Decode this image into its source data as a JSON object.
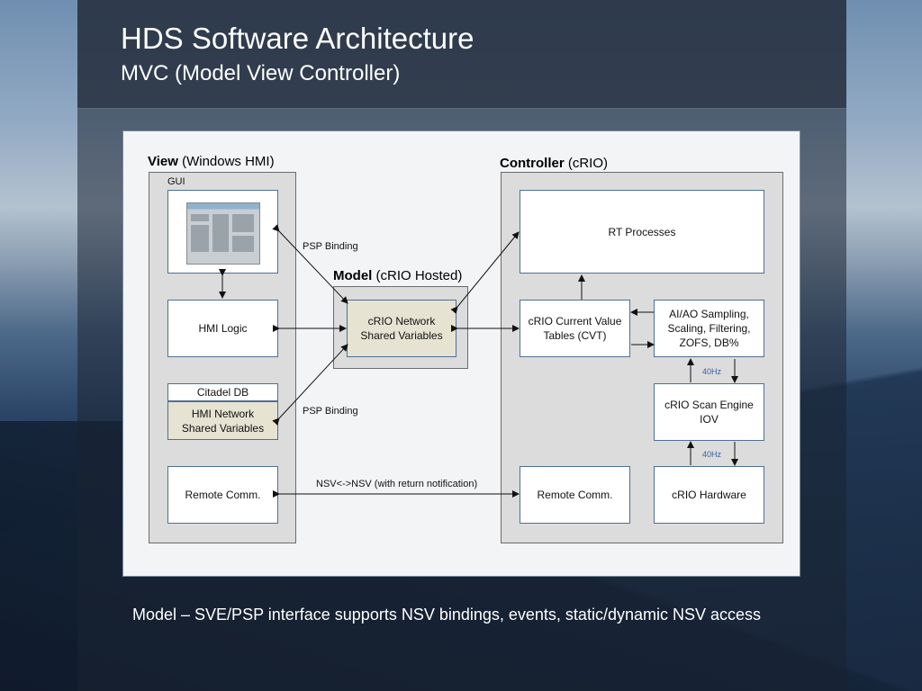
{
  "slide": {
    "title": "HDS Software Architecture",
    "subtitle": "MVC (Model View Controller)",
    "caption": "Model – SVE/PSP interface supports NSV bindings, events, static/dynamic NSV access"
  },
  "diagram": {
    "view": {
      "bold": "View",
      "rest": " (Windows HMI)"
    },
    "controller": {
      "bold": "Controller",
      "rest": " (cRIO)"
    },
    "model": {
      "bold": "Model",
      "rest": " (cRIO  Hosted)"
    },
    "gui_label": "GUI",
    "hmi_logic": "HMI Logic",
    "citadel_db": "Citadel DB",
    "hmi_nsv_line1": "HMI Network",
    "hmi_nsv_line2": "Shared Variables",
    "remote_comm_view": "Remote Comm.",
    "crio_nsv_line1": "cRIO Network",
    "crio_nsv_line2": "Shared Variables",
    "rt_processes": "RT Processes",
    "cvt_line1": "cRIO Current Value",
    "cvt_line2": "Tables (CVT)",
    "aiao_line1": "AI/AO Sampling,",
    "aiao_line2": "Scaling, Filtering,",
    "aiao_line3": "ZOFS, DB%",
    "scan_line1": "cRIO Scan Engine",
    "scan_line2": "IOV",
    "remote_comm_ctrl": "Remote Comm.",
    "crio_hardware": "cRIO Hardware",
    "psp_binding_top": "PSP Binding",
    "psp_binding_bottom": "PSP Binding",
    "nsv_link": "NSV<->NSV (with return notification)",
    "hz_top": "40Hz",
    "hz_bottom": "40Hz"
  },
  "colors": {
    "box_border": "#4f6f95",
    "tan_fill": "#e6e3d2",
    "hz_text": "#3a5fa0"
  }
}
